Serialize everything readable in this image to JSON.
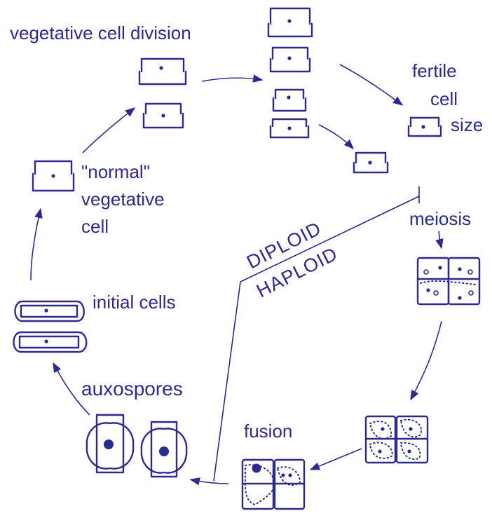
{
  "labels": {
    "vegetative_cell_division": "vegetative cell division",
    "fertile": "fertile",
    "cell": "cell",
    "size": "size",
    "normal": "\"normal\"",
    "vegetative": "vegetative",
    "cell2": "cell",
    "meiosis": "meiosis",
    "diploid": "DIPLOID",
    "haploid": "HAPLOID",
    "initial_cells": "initial cells",
    "auxospores": "auxospores",
    "fusion": "fusion"
  },
  "colors": {
    "ink": "#2b2a8f",
    "background": "#ffffff"
  }
}
